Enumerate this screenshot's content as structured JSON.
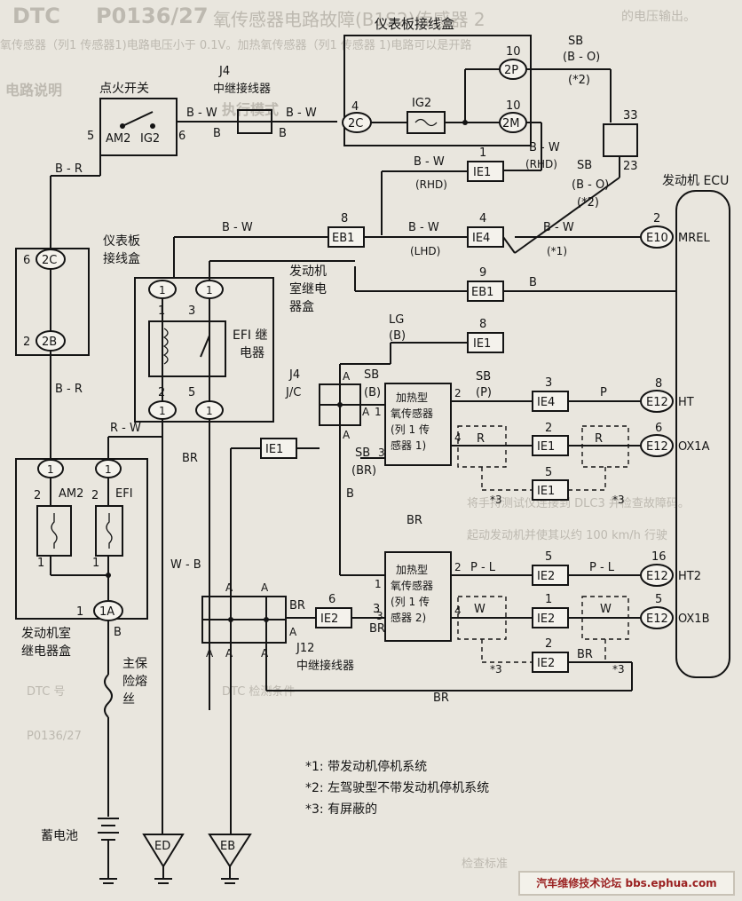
{
  "header": {
    "dtc": "DTC",
    "code": "P0136/27",
    "fragment": "氧传感器电路故障(B1S2)传感器 2"
  },
  "background_text": {
    "line1": "的电压输出。",
    "line2": "氧传感器（列1 传感器1)电路电压小于 0.1V。加热氧传感器（列1 传感器 1)电路可以是开路",
    "line3": "电路说明",
    "line4": "执行模式",
    "line5": "将手持测试仪连接到 DLC3 并检查故障码。",
    "line6": "起动发动机并使其以约 100 km/h 行驶",
    "line7": "DTC 号",
    "line8": "DTC 检测条件",
    "line9": "P0136/27",
    "line10": "检查标准"
  },
  "components": {
    "ignition_switch": "点火开关",
    "am2": "AM2",
    "ig2": "IG2",
    "j4_top": "J4",
    "j4_top_name": "中继接线器",
    "ip_junction_top": "仪表板接线盒",
    "ip_junction_left_1": "仪表板",
    "ip_junction_left_2": "接线盒",
    "efi_relay_1": "EFI 继",
    "efi_relay_2": "电器",
    "engine_relay_box_mid_1": "发动机",
    "engine_relay_box_mid_2": "室继电",
    "engine_relay_box_mid_3": "器盒",
    "j4_jc_1": "J4",
    "j4_jc_2": "J/C",
    "sensor1_1": "加热型",
    "sensor1_2": "氧传感器",
    "sensor1_3": "(列 1 传",
    "sensor1_4": "感器 1)",
    "sensor2_1": "加热型",
    "sensor2_2": "氧传感器",
    "sensor2_3": "(列 1 传",
    "sensor2_4": "感器 2)",
    "ecu": "发动机 ECU",
    "engine_relay_box_bottom_1": "发动机室",
    "engine_relay_box_bottom_2": "继电器盒",
    "am2_fuse": "AM2",
    "efi_fuse": "EFI",
    "main_fuse_1": "主保",
    "main_fuse_2": "险熔",
    "main_fuse_3": "丝",
    "battery": "蓄电池",
    "j12": "J12",
    "j12_name": "中继接线器",
    "ed": "ED",
    "eb": "EB",
    "r1": "R",
    "r2": "R",
    "w1": "W",
    "w2": "W"
  },
  "connectors": {
    "c2C_top": "2C",
    "c2P": "2P",
    "c2M": "2M",
    "c2C_left": "2C",
    "c2B": "2B",
    "c1A": "1A",
    "cIE1_a": "IE1",
    "cIE4_a": "IE4",
    "cEB1_a": "EB1",
    "cEB1_b": "EB1",
    "cIE1_b": "IE1",
    "cIE1_c": "IE1",
    "cIE4_b": "IE4",
    "cIE1_d": "IE1",
    "cIE1_e": "IE1",
    "cIE2_a": "IE2",
    "cIE2_b": "IE2",
    "cIE2_c": "IE2",
    "cIE2_d": "IE2",
    "cE10": "E10",
    "cE12_a": "E12",
    "cE12_b": "E12",
    "cE12_c": "E12",
    "cE12_d": "E12",
    "relay_pin1": "1",
    "fuse_pin1": "1"
  },
  "pins": {
    "p5": "5",
    "p6": "6",
    "p4": "4",
    "p10a": "10",
    "p10b": "10",
    "p1a": "1",
    "p4b": "4",
    "p8": "8",
    "p33": "33",
    "p23": "23",
    "p2ecu": "2",
    "p6b": "6",
    "p2b": "2",
    "p9": "9",
    "p8b": "8",
    "p1r": "1",
    "p3r": "3",
    "p2r": "2",
    "p5r": "5",
    "p3": "3",
    "p8c": "8",
    "p2c": "2",
    "p6c": "6",
    "p5d": "5",
    "p16": "16",
    "p1e": "1",
    "p5e": "5",
    "p2e": "2",
    "p6f": "6",
    "p3f": "3",
    "s1_2": "2",
    "s1_4": "4",
    "s1_3": "3",
    "s1_1": "1",
    "s2_2": "2",
    "s2_4": "4",
    "s2_3": "3",
    "s2_1": "1",
    "p2am": "2",
    "p1am": "1",
    "p2efi": "2",
    "p1efi": "1",
    "p1a1": "1",
    "p2_ecuE10": "2"
  },
  "wires": {
    "bw1": "B - W",
    "bw2": "B - W",
    "b1": "B",
    "b2": "B",
    "br1": "B - R",
    "bw3": "B - W",
    "sb_bo1": "SB",
    "sb_bo1b": "(B - O)",
    "star2a": "(*2)",
    "bw_rhd": "B - W",
    "rhd1": "(RHD)",
    "bw_rhd2": "B - W",
    "rhd2": "(RHD)",
    "sb2": "SB",
    "bo2": "(B - O)",
    "star2b": "(*2)",
    "bw_lhd": "B - W",
    "lhd": "(LHD)",
    "bw_star1": "B - W",
    "star1": "(*1)",
    "b_eb1": "B",
    "lg": "LG",
    "lg_b": "(B)",
    "br2": "B - R",
    "rw": "R - W",
    "br3": "BR",
    "sb_b": "SB",
    "sb_b2": "(B)",
    "sb_br": "SB",
    "sb_br2": "(BR)",
    "sb_p": "SB",
    "sb_p2": "(P)",
    "p_wire": "P",
    "b3": "B",
    "br4": "BR",
    "pl1": "P - L",
    "pl2": "P - L",
    "wb": "W - B",
    "b4": "B",
    "br5": "BR",
    "br6": "BR",
    "br7": "BR",
    "br8": "BR",
    "a1": "A",
    "a2": "A",
    "a3": "A",
    "a4": "A",
    "a5": "A",
    "a6": "A",
    "a7": "A",
    "a8": "A",
    "a9": "A",
    "star3a": "*3",
    "star3b": "*3",
    "star3c": "*3",
    "star3d": "*3"
  },
  "ecu_terminals": {
    "mrel": "MREL",
    "ht": "HT",
    "ox1a": "OX1A",
    "ht2": "HT2",
    "ox1b": "OX1B"
  },
  "notes": {
    "n1": "*1: 带发动机停机系统",
    "n2": "*2: 左驾驶型不带发动机停机系统",
    "n3": "*3: 有屏蔽的"
  },
  "watermark": "汽车维修技术论坛 bbs.ephua.com",
  "colors": {
    "ink": "#141414",
    "paper": "#e9e6de",
    "faded": "#bdb9b0",
    "watermark_red": "#9a2020"
  }
}
